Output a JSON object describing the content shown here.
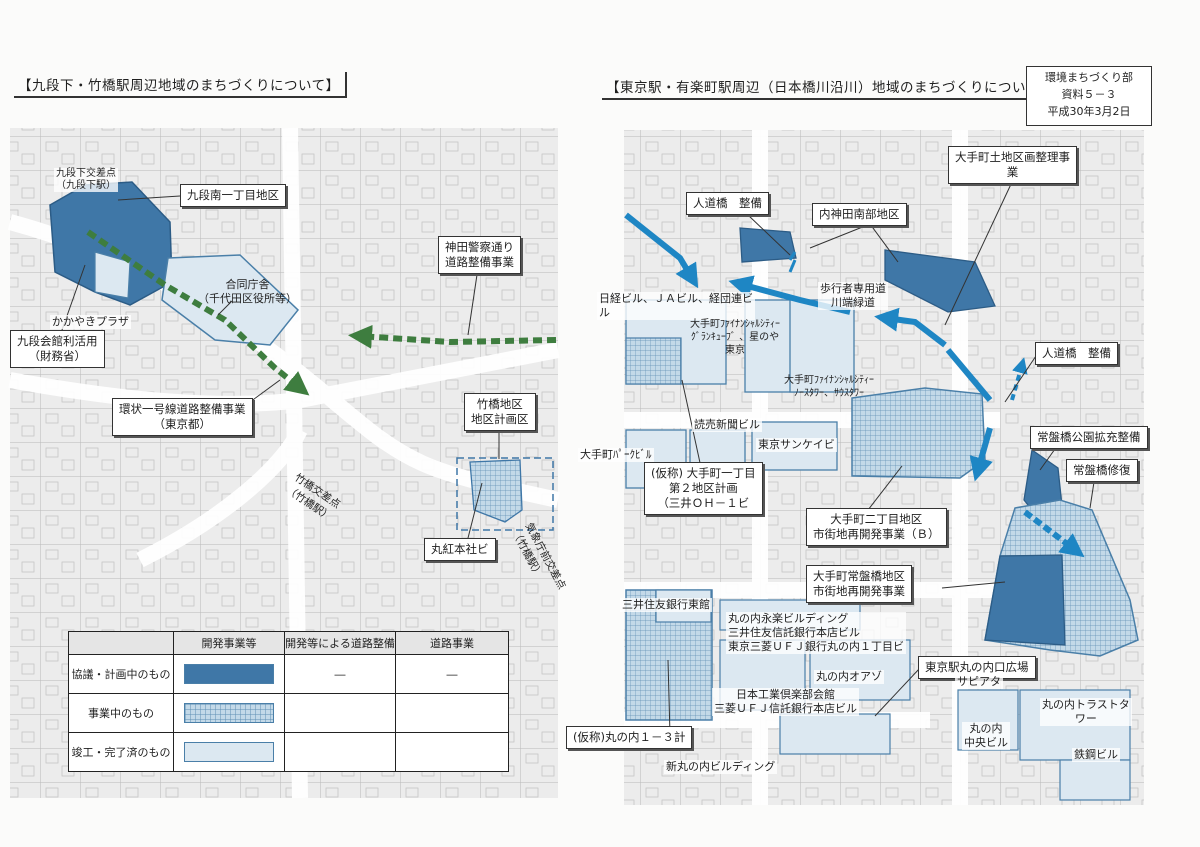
{
  "left_title": "【九段下・竹橋駅周辺地域のまちづくりについて】",
  "right_title": "【東京駅・有楽町駅周辺（日本橋川沿川）地域のまちづくりについて】",
  "doc_box": {
    "dept": "環境まちづくり部",
    "material": "資料５－３",
    "date": "平成30年3月2日"
  },
  "left_map": {
    "kudanshita_intersection": [
      "九段下交差点",
      "（九段下駅）"
    ],
    "kudanminami": "九段南一丁目地区",
    "kanda_police": [
      "神田警察通り",
      "道路整備事業"
    ],
    "godo_chosha": [
      "合同庁舎",
      "（千代田区役所等）"
    ],
    "kudan_kaikan": [
      "九段会館利活用",
      "（財務省）"
    ],
    "kakayaki": "かかやきプラザ",
    "kanjo1": [
      "環状一号線道路整備事業",
      "（東京都）"
    ],
    "takebashi_district": [
      "竹橋地区",
      "地区計画区"
    ],
    "takebashi_intersection": [
      "竹橋交差点",
      "（竹橋駅）"
    ],
    "marubeni": "丸紅本社ビ",
    "kishomae": [
      "気象庁前交差点",
      "（竹橋駅）"
    ]
  },
  "legend": {
    "headers": [
      "開発事業等",
      "開発等による道路整備",
      "道路事業"
    ],
    "rows": [
      {
        "label": "協議・計画中のもの",
        "road": "―",
        "street": "―"
      },
      {
        "label": "事業中のもの"
      },
      {
        "label": "竣工・完了済のもの"
      }
    ]
  },
  "right_map": {
    "otemachi_kukaku": [
      "大手町土地区画整理事",
      "業"
    ],
    "jindo_left": "人道橋　整備",
    "uchikanda": "内神田南部地区",
    "nikkei": [
      "日経ビル、ＪＡビル、経団連ビ",
      "ル"
    ],
    "pedestrian": [
      "歩行者専用道",
      "川端緑道"
    ],
    "ofc1": [
      "大手町ﾌｧｲﾅﾝｼｬﾙｼﾃｨｰ",
      "ｸﾞﾗﾝｷｭｰﾌﾞ 、星のや",
      "東京"
    ],
    "ofc2": [
      "大手町ﾌｧｲﾅﾝｼｬﾙｼﾃｨｰ",
      "ﾉｰｽﾀﾜｰ、ｻｳｽﾀﾜｰ"
    ],
    "jindo_right": "人道橋　整備",
    "yomiuri": "読売新聞ビル",
    "sankei": "東京サンケイビ",
    "parkbldg": "大手町ﾊﾟｰｸﾋﾞﾙ",
    "tokiwabashi_park": "常盤橋公園拡充整備",
    "tokiwabashi_repair": "常盤橋修復",
    "otemachi1": [
      "(仮称) 大手町一丁目",
      "第２地区計画",
      "（三井ＯＨ－１ビ"
    ],
    "otemachi2": [
      "大手町二丁目地区",
      "市街地再開発事業（Ｂ）"
    ],
    "otemachi_tokiwa": [
      "大手町常盤橋地区",
      "市街地再開発事業"
    ],
    "sumitomo": "三井住友銀行東館",
    "marunouchi_list": [
      "丸の内永楽ビルディング",
      "三井住友信託銀行本店ビル",
      "東京三菱ＵＦＪ銀行丸の内１丁目ビ"
    ],
    "marunouchi_oazo": "丸の内オアゾ",
    "nihon_kogyo": [
      "日本工業倶楽部会館",
      "三菱ＵＦＪ信託銀行本店ビル"
    ],
    "marunouchi_ekimae": "東京駅丸の内口広場",
    "sapia": "サピアタ",
    "trust_tower": [
      "丸の内トラストタ",
      "ワー"
    ],
    "chuo_bldg": [
      "丸の内",
      "中央ビル"
    ],
    "tekko": "鉄鋼ビル",
    "marunouchi13": "(仮称)丸の内１－３計",
    "shin_maru": "新丸の内ビルディング"
  },
  "colors": {
    "planned": "#3f77a7",
    "under_construction": "#8fb7d3",
    "completed": "#dce8f1",
    "road_blue": "#1e86c4",
    "road_green": "#3e7d3f"
  }
}
